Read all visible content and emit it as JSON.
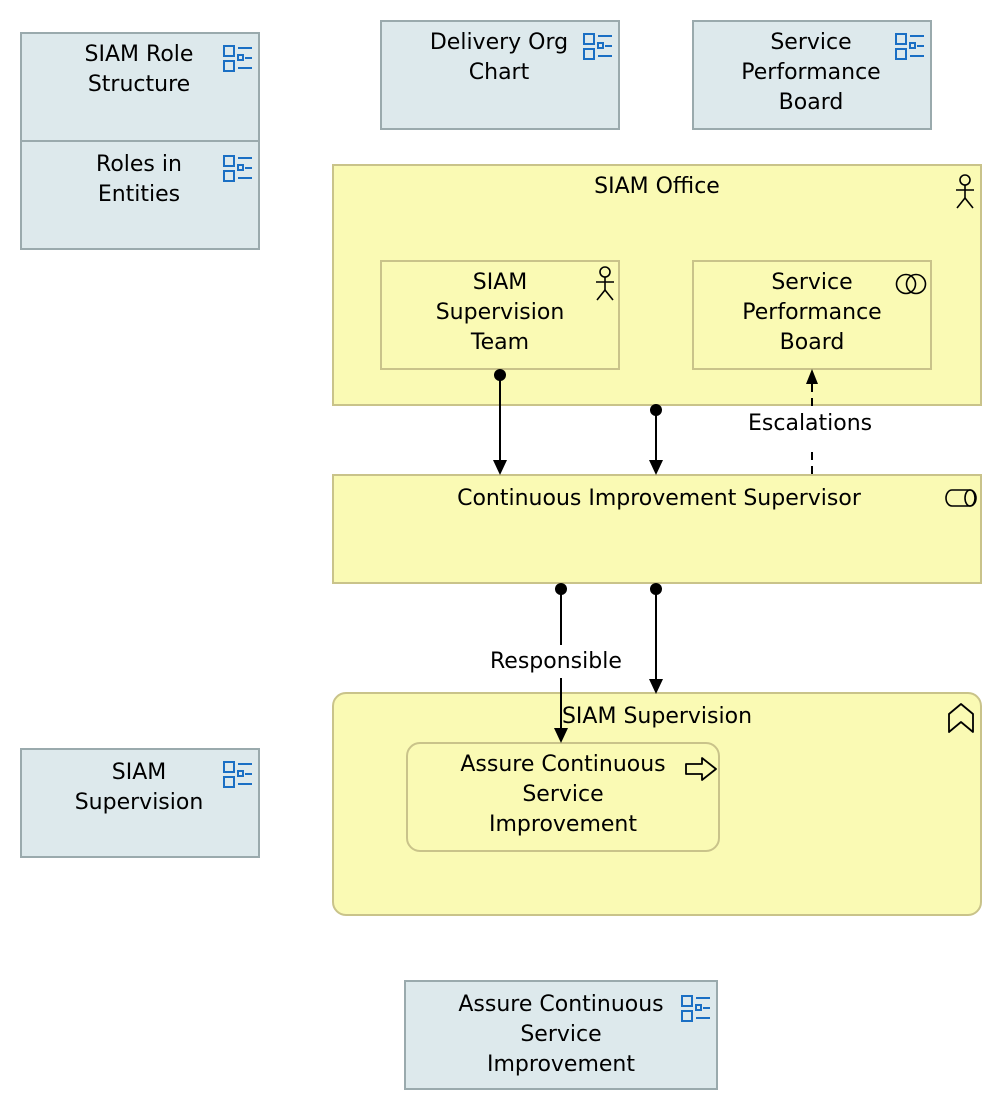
{
  "diagram": {
    "refs": {
      "siam_role_structure": "SIAM Role\nStructure",
      "roles_in_entities": "Roles in\nEntities",
      "delivery_org_chart": "Delivery Org\nChart",
      "service_performance_board_view": "Service\nPerformance\nBoard",
      "siam_supervision_view": "SIAM\nSupervision",
      "assure_csi_view": "Assure Continuous\nService\nImprovement"
    },
    "elements": {
      "siam_office": "SIAM Office",
      "siam_supervision_team": "SIAM\nSupervision\nTeam",
      "service_performance_board": "Service\nPerformance\nBoard",
      "ci_supervisor": "Continuous Improvement Supervisor",
      "siam_supervision_function": "SIAM Supervision",
      "assure_csi_process": "Assure Continuous\nService\nImprovement"
    },
    "relationships": {
      "escalations": "Escalations",
      "responsible": "Responsible"
    },
    "colors": {
      "reference_fill": "#dde9ec",
      "element_fill": "#fafab4",
      "icon_blue": "#1a6fc4"
    }
  }
}
